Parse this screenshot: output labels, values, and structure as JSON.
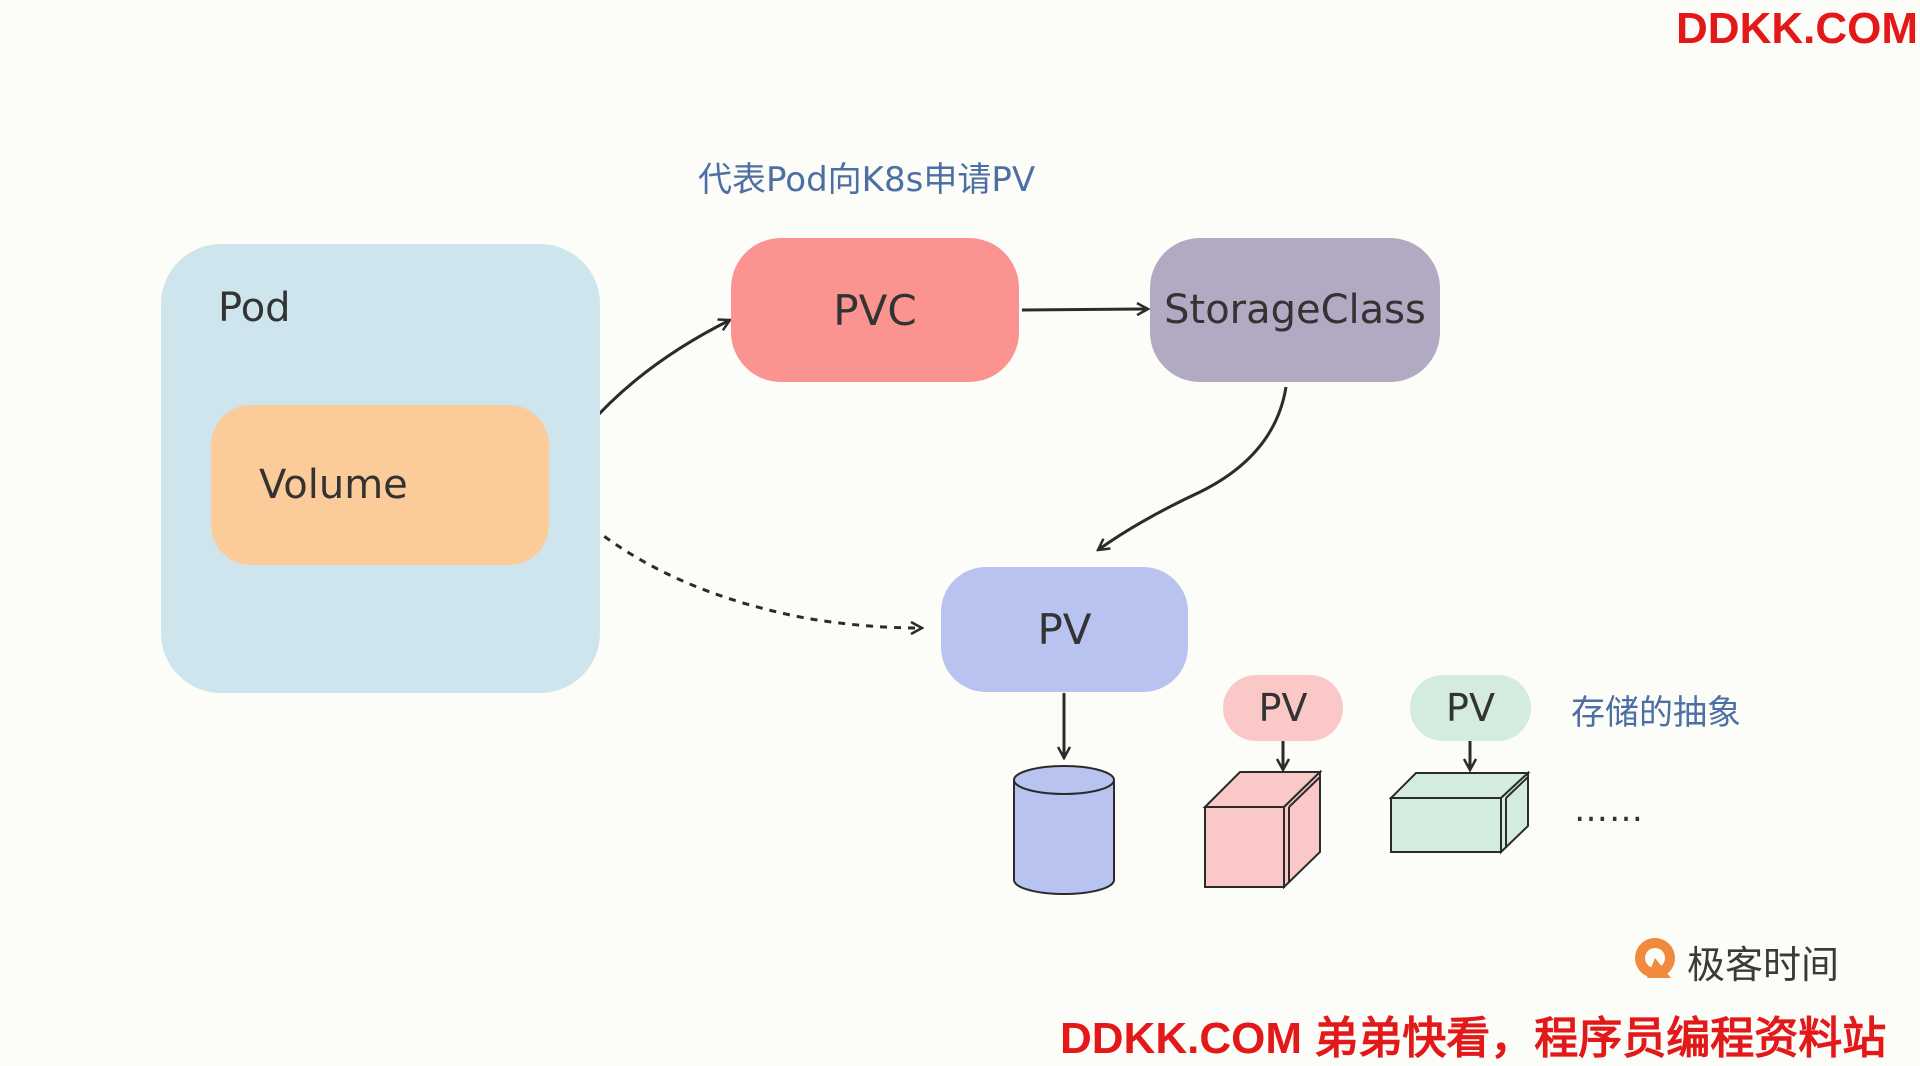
{
  "pod": {
    "label": "Pod"
  },
  "volume": {
    "label": "Volume"
  },
  "pvc": {
    "label": "PVC",
    "caption": "代表Pod向K8s申请PV"
  },
  "storage_class": {
    "label": "StorageClass"
  },
  "pv_main": {
    "label": "PV"
  },
  "pv_pink": {
    "label": "PV"
  },
  "pv_green": {
    "label": "PV"
  },
  "abstraction_caption": "存储的抽象",
  "ellipsis": "……",
  "watermark_top": "DDKK.COM",
  "watermark_bottom": "DDKK.COM 弟弟快看，程序员编程资料站",
  "logo_text": "极客时间",
  "colors": {
    "pod": "#cee5ed",
    "volume": "#fccb9a",
    "pvc": "#fb9390",
    "storage_class": "#b1aac2",
    "pv": "#b9c3ef",
    "pv_pink": "#f9c8c7",
    "pv_green": "#d3ecdf",
    "caption": "#4d6fa3",
    "watermark": "#e21918"
  },
  "icons": [
    "cylinder-storage-icon",
    "pink-cube-storage-icon",
    "green-box-storage-icon",
    "geektime-logo-icon"
  ]
}
